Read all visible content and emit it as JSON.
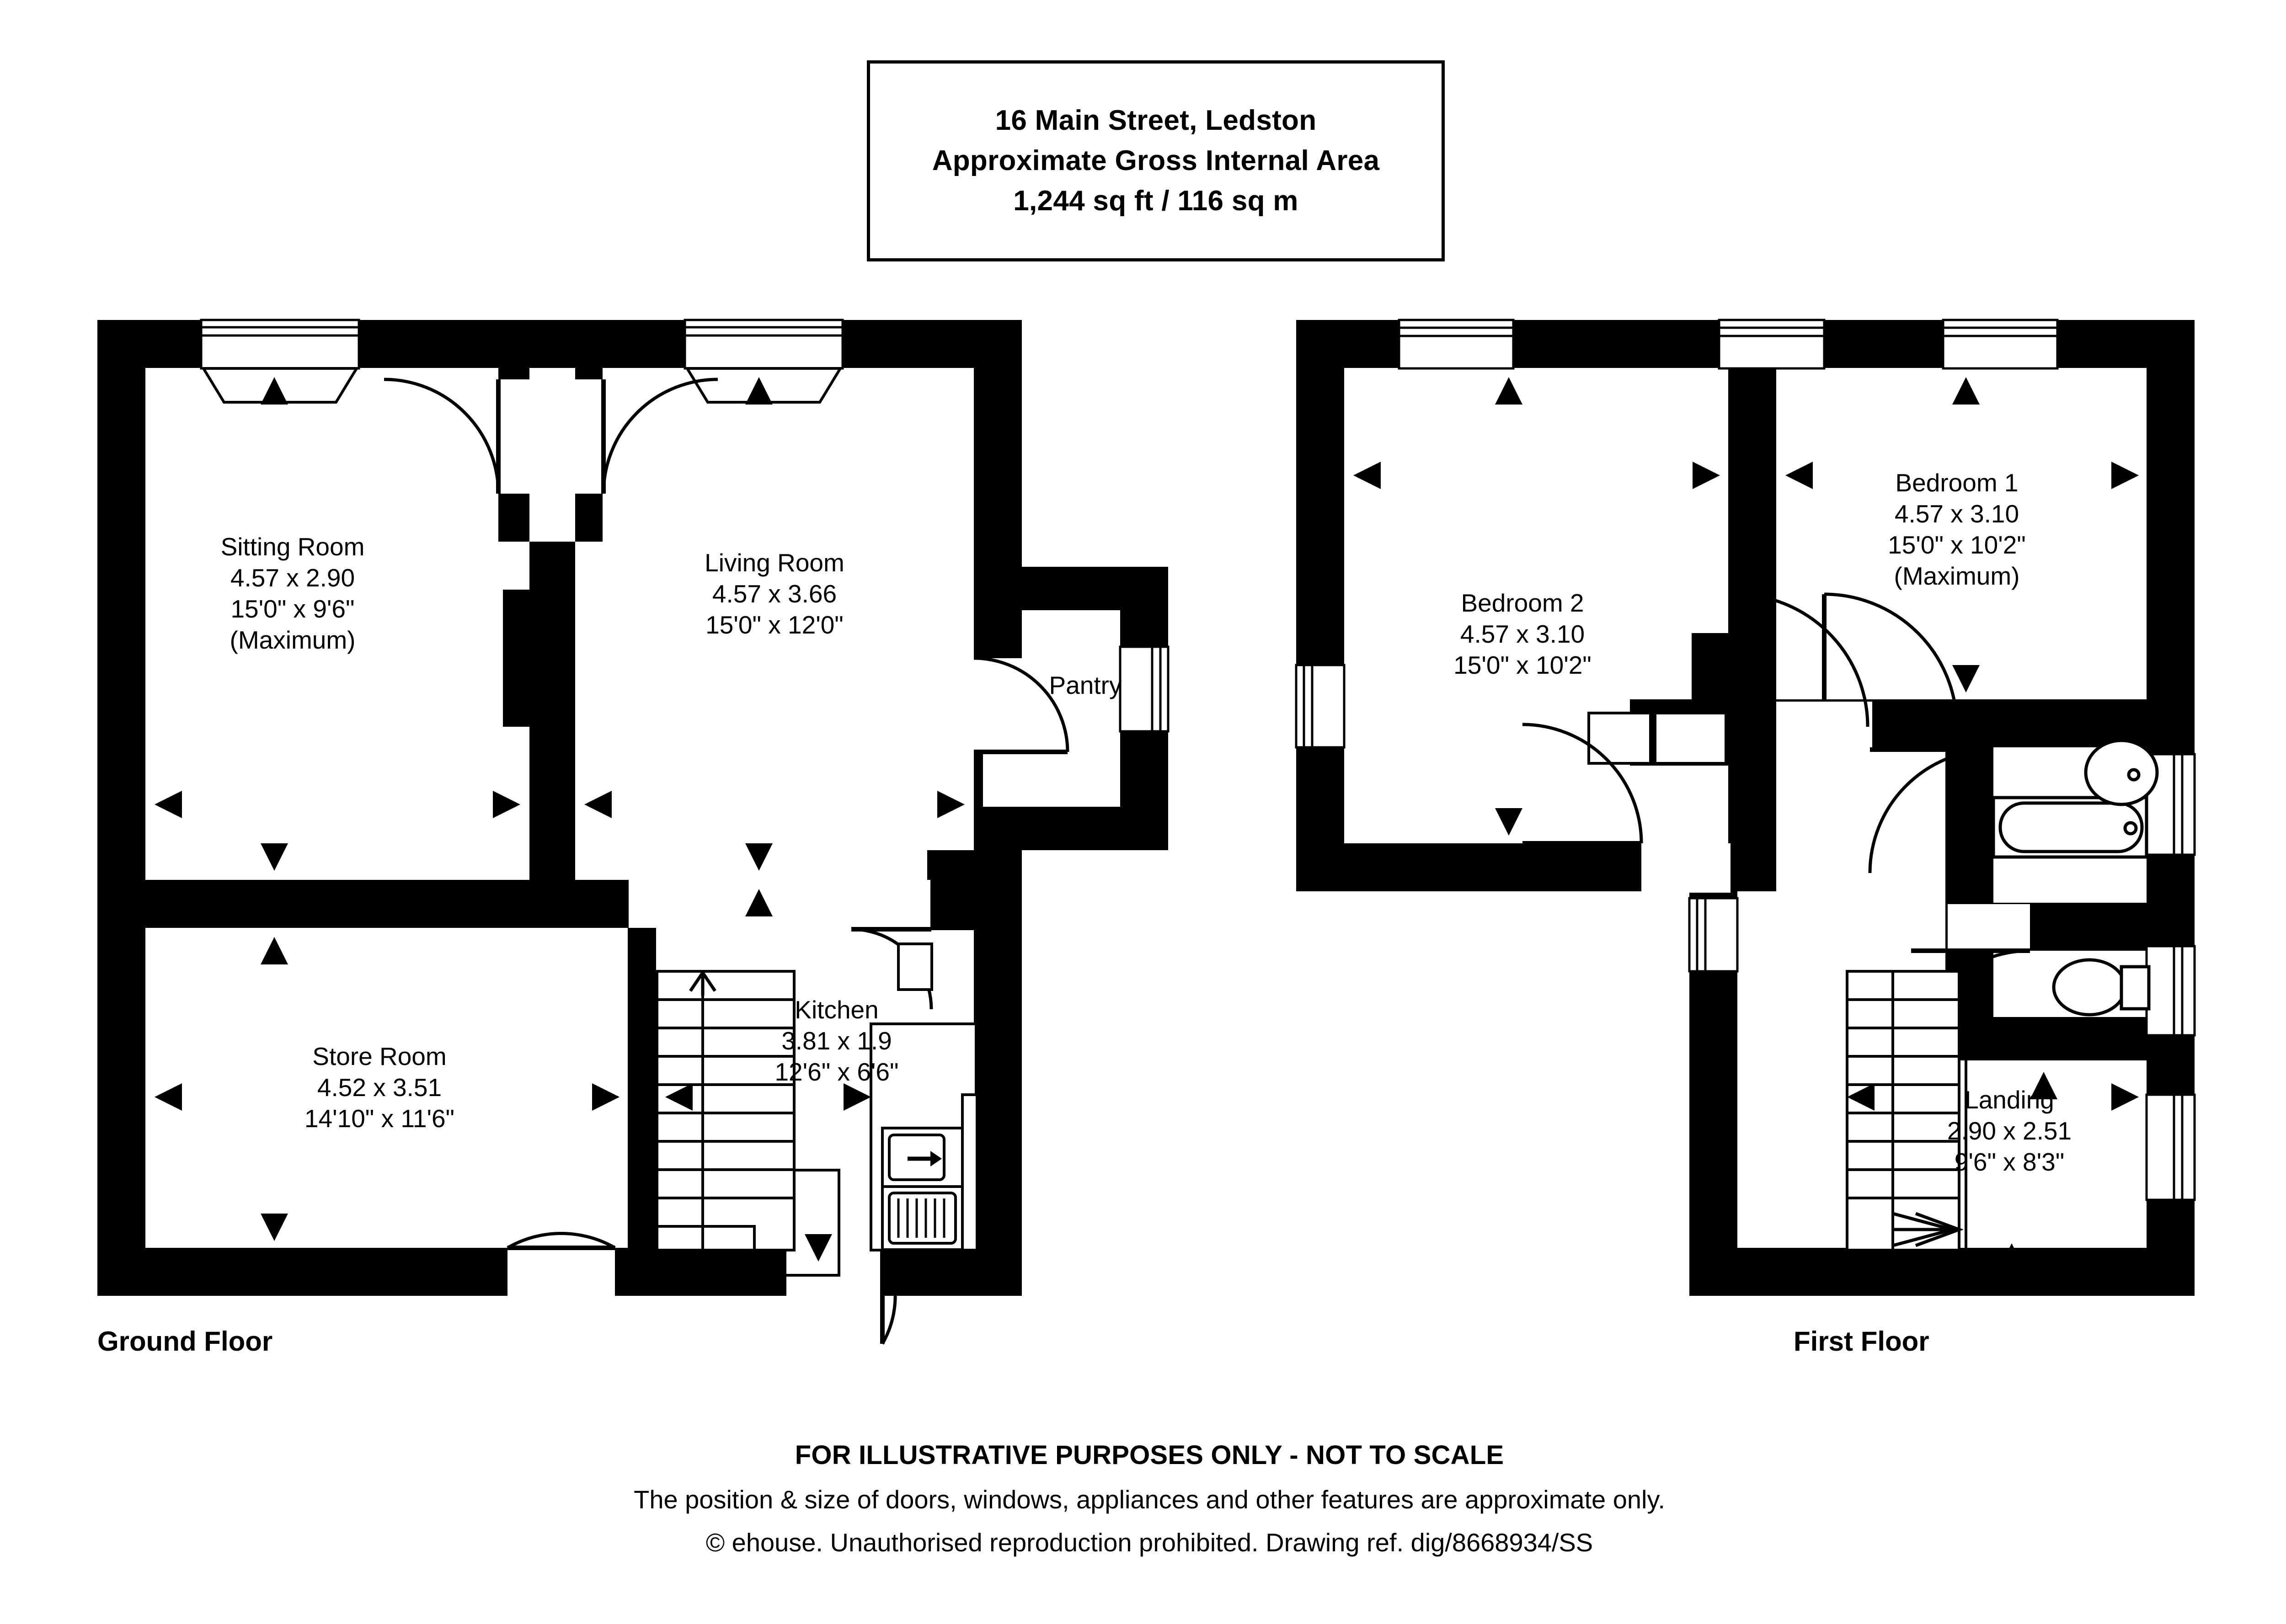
{
  "title_block": {
    "address": "16 Main Street, Ledston",
    "area_caption": "Approximate Gross Internal Area",
    "area_value": "1,244 sq ft / 116 sq m"
  },
  "floors": [
    {
      "id": "ground",
      "label": "Ground Floor"
    },
    {
      "id": "first",
      "label": "First Floor"
    }
  ],
  "ground_floor": {
    "label": "Ground Floor",
    "rooms": [
      {
        "name": "Sitting Room",
        "metric": "4.57 x 2.90",
        "imperial": "15'0\" x 9'6\"",
        "note": "(Maximum)"
      },
      {
        "name": "Living Room",
        "metric": "4.57 x 3.66",
        "imperial": "15'0\" x 12'0\"",
        "note": ""
      },
      {
        "name": "Pantry",
        "metric": "",
        "imperial": "",
        "note": ""
      },
      {
        "name": "Store Room",
        "metric": "4.52 x 3.51",
        "imperial": "14'10\" x 11'6\"",
        "note": ""
      },
      {
        "name": "Kitchen",
        "metric": "3.81 x 1.9",
        "imperial": "12'6\" x 6'6\"",
        "note": ""
      }
    ]
  },
  "first_floor": {
    "label": "First Floor",
    "rooms": [
      {
        "name": "Bedroom 1",
        "metric": "4.57 x 3.10",
        "imperial": "15'0\" x 10'2\"",
        "note": "(Maximum)"
      },
      {
        "name": "Bedroom 2",
        "metric": "4.57 x 3.10",
        "imperial": "15'0\" x 10'2\"",
        "note": ""
      },
      {
        "name": "Landing",
        "metric": "2.90 x 2.51",
        "imperial": "9'6\" x 8'3\"",
        "note": ""
      }
    ]
  },
  "footer": {
    "line1": "FOR ILLUSTRATIVE PURPOSES ONLY - NOT TO SCALE",
    "line2": "The position & size of doors, windows, appliances and other features are approximate only.",
    "line3": "© ehouse. Unauthorised reproduction prohibited. Drawing ref. dig/8668934/SS"
  },
  "colors": {
    "wall": "#000000",
    "background": "#ffffff",
    "line": "#000000"
  }
}
